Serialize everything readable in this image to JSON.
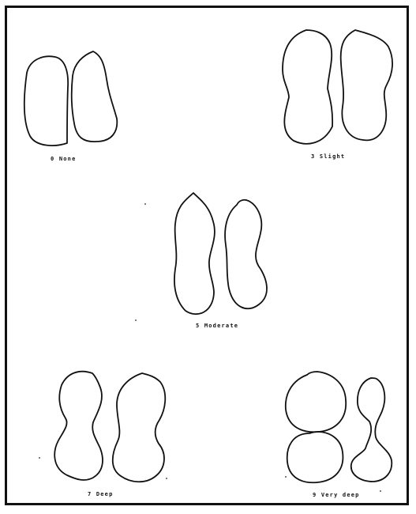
{
  "figure": {
    "panels": [
      {
        "id": "none",
        "label": "0  None"
      },
      {
        "id": "slight",
        "label": "3  Slight"
      },
      {
        "id": "moderate",
        "label": "5  Moderate"
      },
      {
        "id": "deep",
        "label": "7  Deep"
      },
      {
        "id": "very-deep",
        "label": "9  Very deep"
      }
    ]
  }
}
